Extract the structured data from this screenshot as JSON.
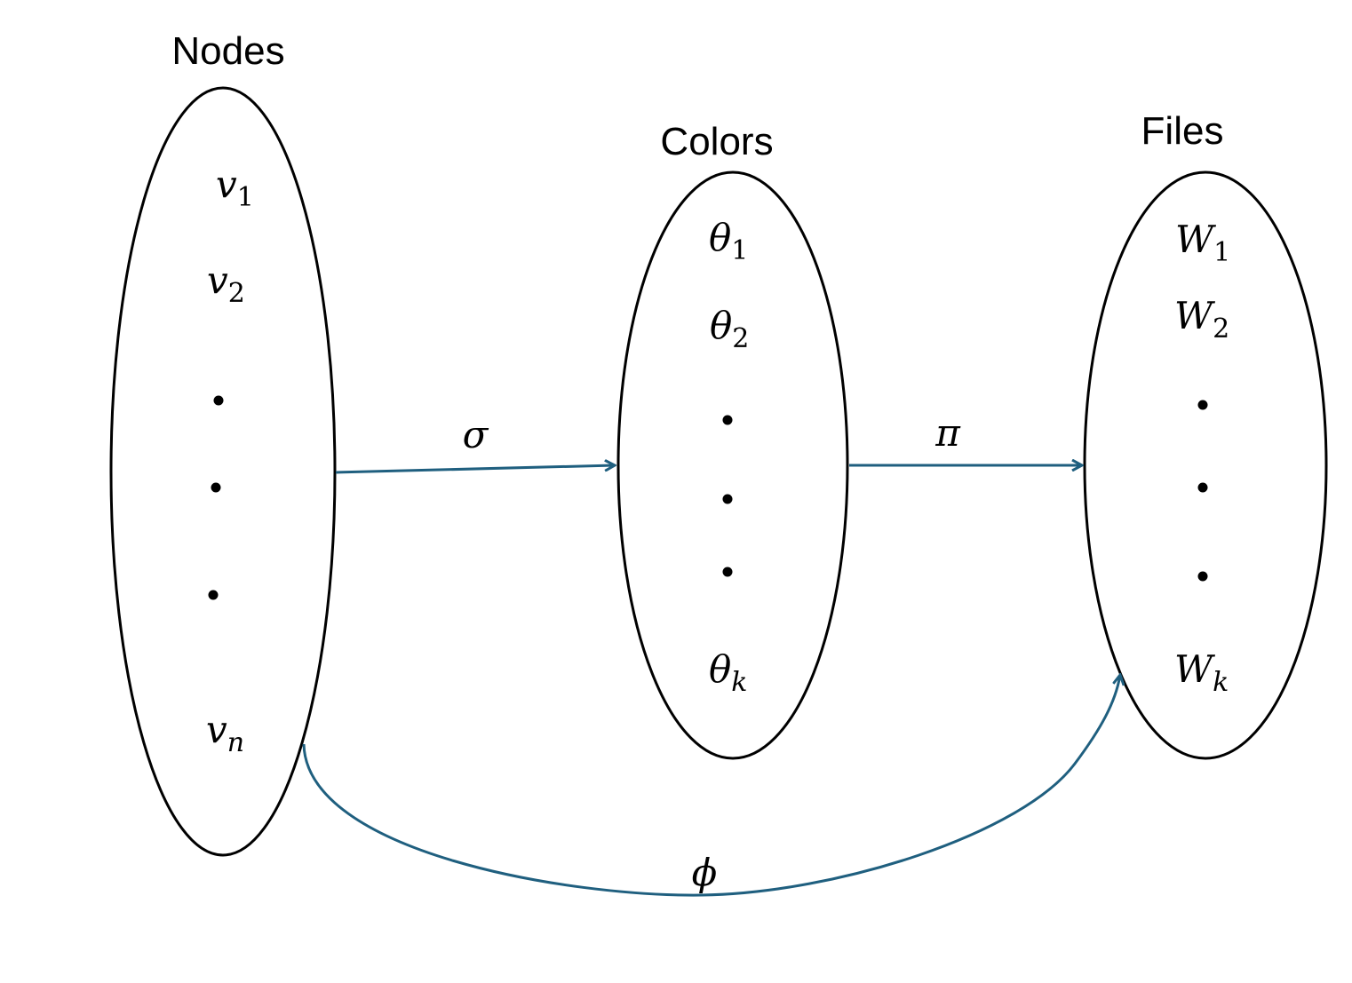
{
  "sets": {
    "nodes": {
      "title": "Nodes",
      "elements": [
        {
          "base": "v",
          "sub": "1"
        },
        {
          "base": "v",
          "sub": "2"
        },
        {
          "base": "v",
          "sub": "n"
        }
      ]
    },
    "colors": {
      "title": "Colors",
      "elements": [
        {
          "base": "θ",
          "sub": "1"
        },
        {
          "base": "θ",
          "sub": "2"
        },
        {
          "base": "θ",
          "sub": "k"
        }
      ]
    },
    "files": {
      "title": "Files",
      "elements": [
        {
          "base": "W",
          "sub": "1"
        },
        {
          "base": "W",
          "sub": "2"
        },
        {
          "base": "W",
          "sub": "k"
        }
      ]
    }
  },
  "mappings": {
    "sigma": "σ",
    "pi": "π",
    "phi": "ϕ"
  },
  "colors": {
    "arrow": "#1f5f7f",
    "outline": "#000000"
  }
}
